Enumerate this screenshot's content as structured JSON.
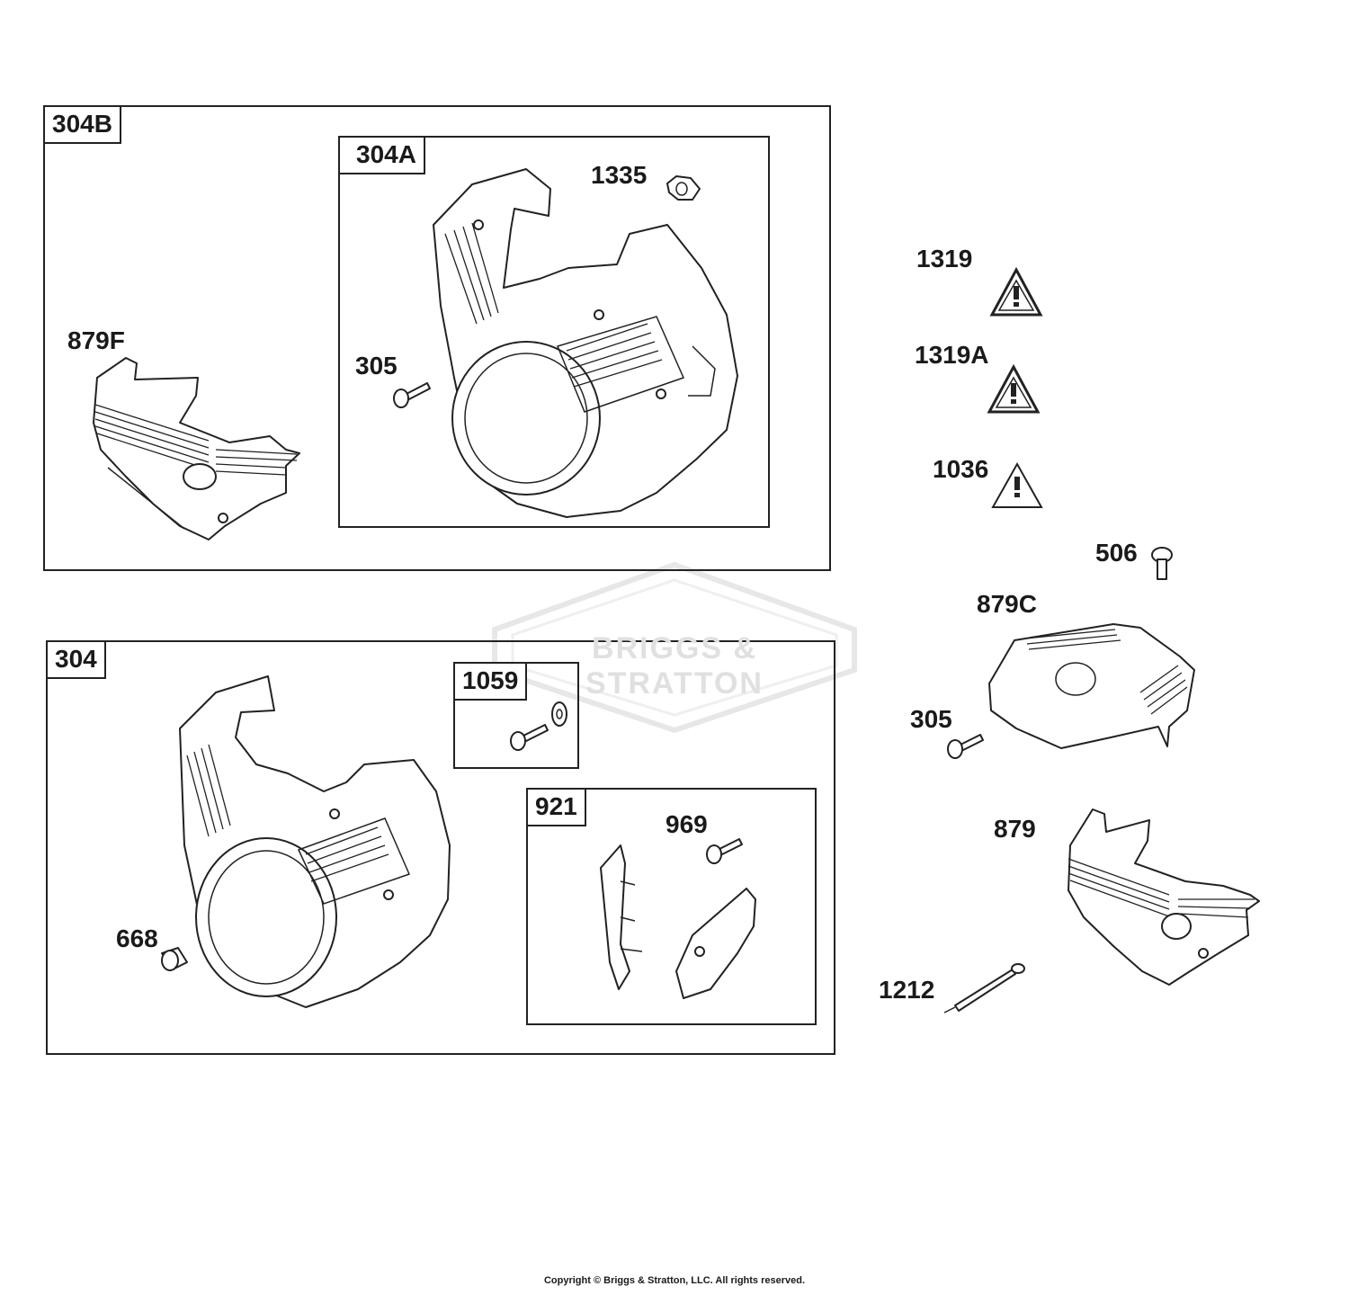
{
  "boxes": {
    "b304B": "304B",
    "b304A": "304A",
    "b304": "304",
    "b1059": "1059",
    "b921": "921"
  },
  "labels": {
    "p879F": "879F",
    "p305a": "305",
    "p1335": "1335",
    "p1319": "1319",
    "p1319A": "1319A",
    "p1036": "1036",
    "p506": "506",
    "p879C": "879C",
    "p305b": "305",
    "p879": "879",
    "p1212": "1212",
    "p668": "668",
    "p969": "969"
  },
  "watermark": "BRIGGS & STRATTON",
  "copyright": "Copyright © Briggs & Stratton, LLC. All rights reserved.",
  "icons": [
    "warning-triangle-icon",
    "bolt-icon",
    "nut-icon"
  ],
  "colors": {
    "line": "#222222",
    "watermark": "#d9d9d9"
  }
}
